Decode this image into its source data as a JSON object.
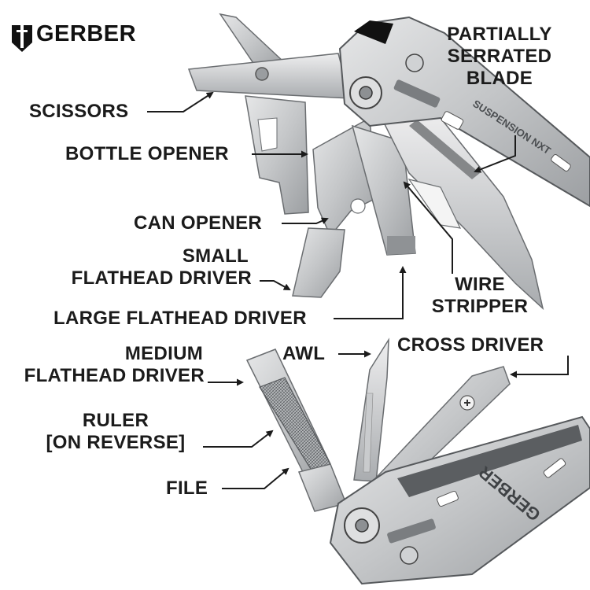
{
  "brand": {
    "logo_text": "GERBER",
    "model_engraving_top": "SUSPENSION NXT",
    "model_engraving_bottom": "GERBER"
  },
  "labels": {
    "partially_serrated_blade": [
      "PARTIALLY",
      "SERRATED",
      "BLADE"
    ],
    "scissors": "SCISSORS",
    "bottle_opener": "BOTTLE OPENER",
    "can_opener": "CAN OPENER",
    "small_flathead_driver": [
      "SMALL",
      "FLATHEAD DRIVER"
    ],
    "wire_stripper": [
      "WIRE",
      "STRIPPER"
    ],
    "large_flathead_driver": "LARGE FLATHEAD DRIVER",
    "medium_flathead_driver": [
      "MEDIUM",
      "FLATHEAD DRIVER"
    ],
    "awl": "AWL",
    "cross_driver": "CROSS DRIVER",
    "ruler": [
      "RULER",
      "[ON REVERSE]"
    ],
    "file": "FILE"
  },
  "colors": {
    "text": "#1b1b1b",
    "steel_light": "#d9dadb",
    "steel_mid": "#b5b7b9",
    "steel_dark": "#7d8083",
    "outline": "#55585b"
  }
}
